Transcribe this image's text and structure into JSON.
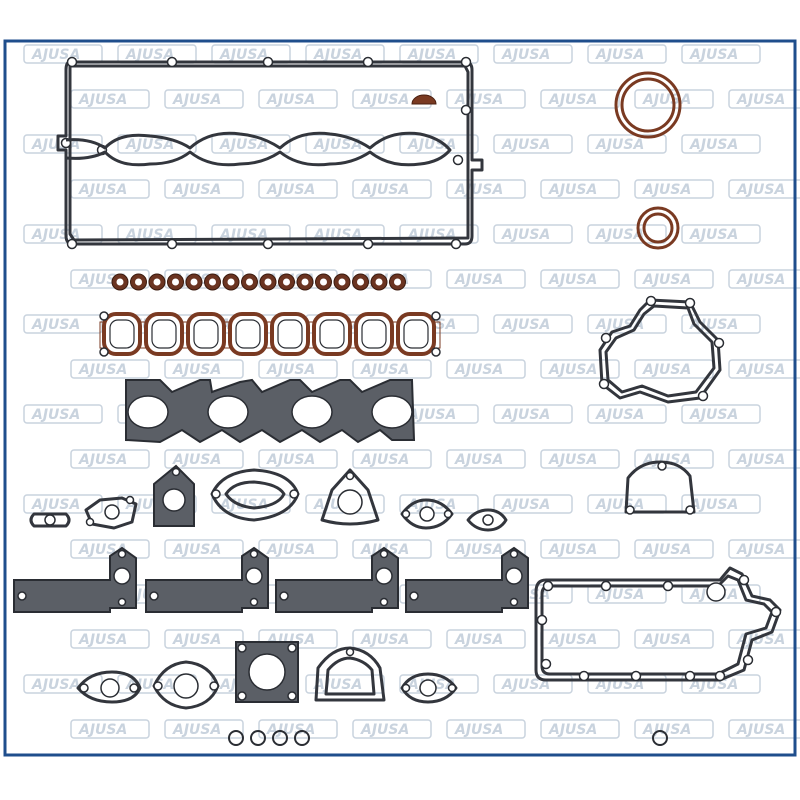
{
  "watermark": {
    "text": "AJUSA",
    "color": "#c9d3de"
  },
  "frame": {
    "color": "#1f4e8c"
  },
  "colors": {
    "gasket_steel": "#5b5f66",
    "gasket_line": "#33363d",
    "seal_brown": "#7a3a22"
  },
  "parts": [
    "valve-cover-gasket",
    "crankshaft-seal-large",
    "crankshaft-seal-small",
    "valve-stem-seals",
    "intake-manifold-gasket",
    "exhaust-manifold-gasket",
    "water-pump-gasket",
    "thermostat-gasket",
    "egr-gaskets",
    "oil-pan-gasket",
    "o-rings"
  ]
}
